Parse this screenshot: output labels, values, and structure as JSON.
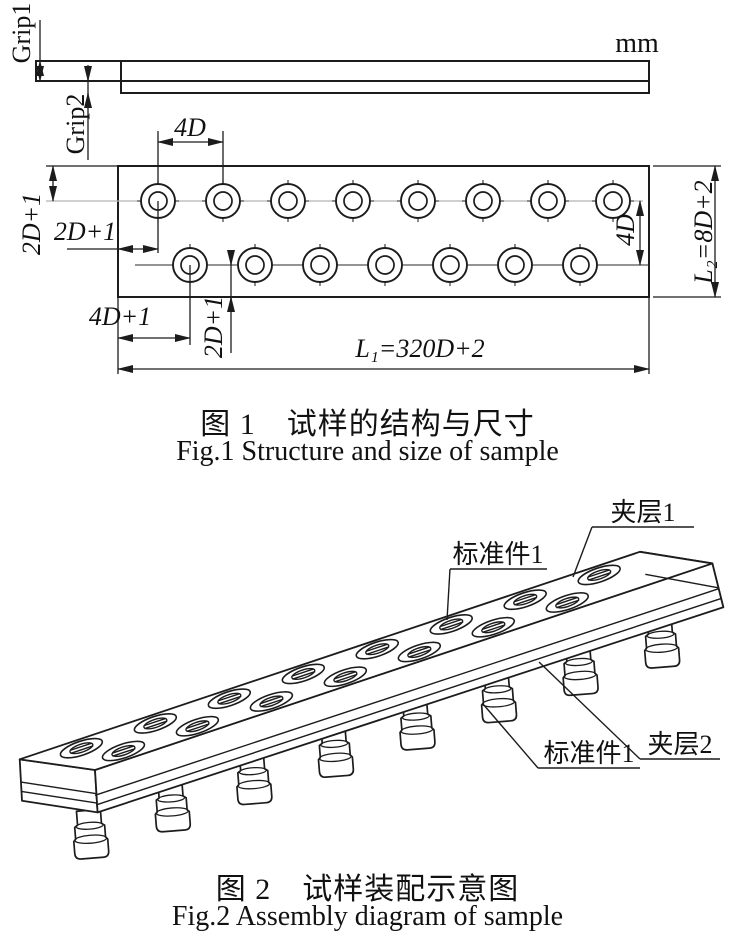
{
  "figure1": {
    "unit": "mm",
    "caption_zh": "图 1　试样的结构与尺寸",
    "caption_en": "Fig.1 Structure and size of sample",
    "labels": {
      "grip1": "Grip1",
      "grip2": "Grip2",
      "pitch_top": "4D",
      "edge_top_vertical": "2D+1",
      "edge_left_horizontal": "2D+1",
      "first_row_offset": "4D+1",
      "edge_bottom_vertical": "2D+1",
      "row_spacing": "4D",
      "total_length": "L₁=320D+2",
      "total_width": "L₂=8D+2"
    },
    "hole_rows": {
      "top_count": 8,
      "bottom_count": 7
    }
  },
  "figure2": {
    "caption_zh": "图 2　试样装配示意图",
    "caption_en": "Fig.2 Assembly diagram of sample",
    "labels": {
      "interlayer1": "夹层1",
      "fastener1_top": "标准件1",
      "fastener1_bottom": "标准件1",
      "interlayer2": "夹层2"
    },
    "fastener_rows": {
      "back_count": 8,
      "front_count": 7,
      "bolt_count": 8
    }
  },
  "colors": {
    "line": "#1c1c1c",
    "centerline": "#b4b4b4",
    "background": "#ffffff"
  }
}
